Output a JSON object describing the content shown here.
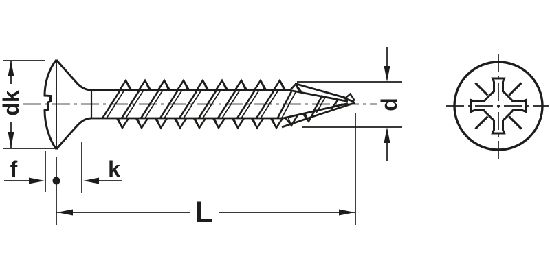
{
  "labels": {
    "head_diameter": "dk",
    "dome_height": "f",
    "countersink_height": "k",
    "total_length": "L",
    "thread_diameter": "d"
  },
  "colors": {
    "line": "#1d1d1b",
    "background": "#ffffff"
  },
  "icons": {
    "recess_front_view": "pozidriv-cross-icon"
  }
}
